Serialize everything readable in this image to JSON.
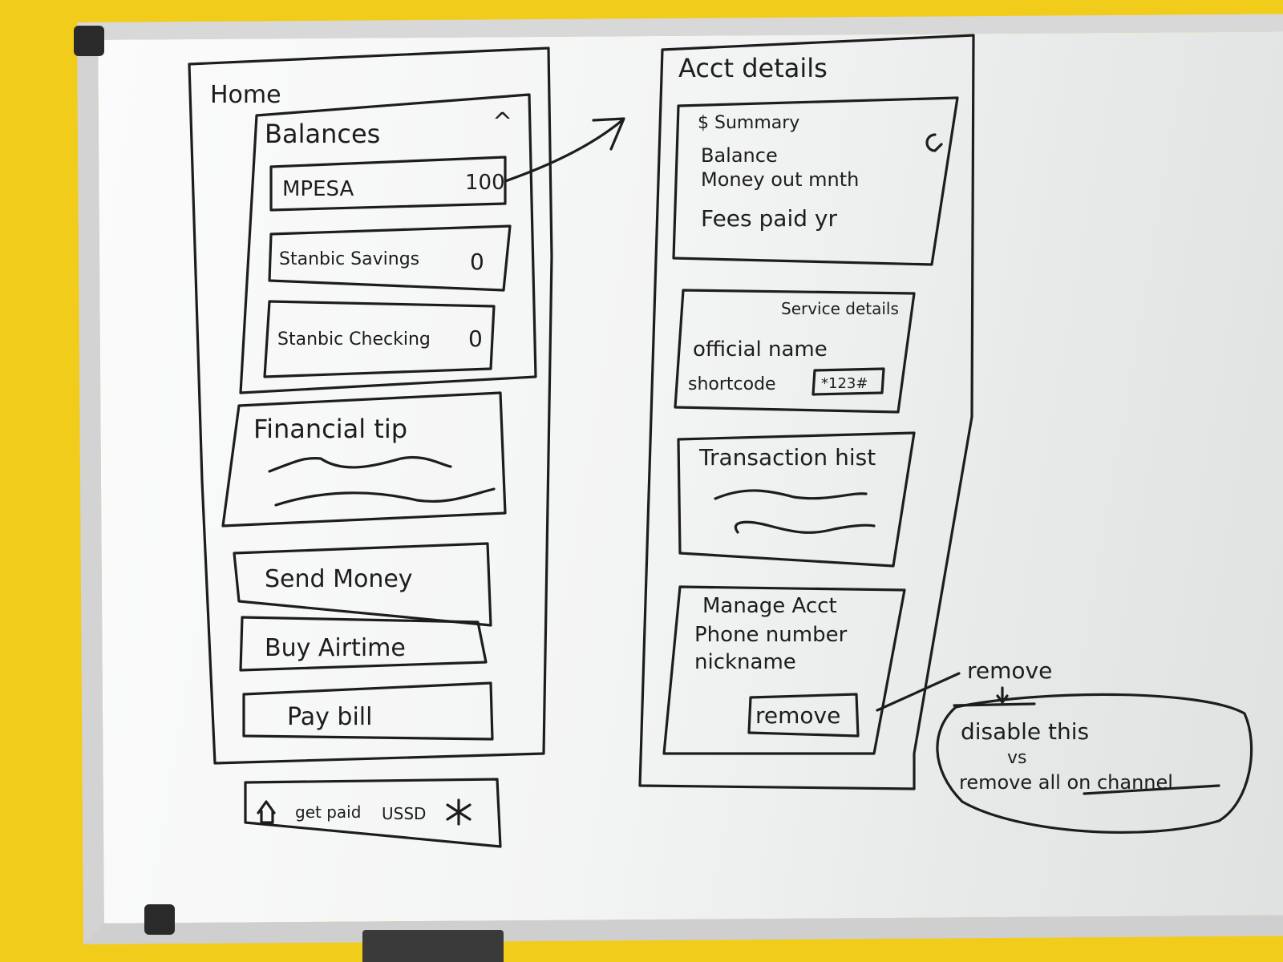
{
  "home": {
    "title": "Home",
    "balances": {
      "header": "Balances",
      "toggle": "^",
      "accounts": [
        {
          "name": "MPESA",
          "amount": "100"
        },
        {
          "name": "Stanbic Savings",
          "amount": "0"
        },
        {
          "name": "Stanbic Checking",
          "amount": "0"
        }
      ]
    },
    "tip": {
      "header": "Financial tip"
    },
    "actions": [
      "Send Money",
      "Buy Airtime",
      "Pay bill"
    ],
    "bottom_nav": {
      "left": "get paid",
      "right": "USSD",
      "home_icon": "home-icon",
      "star_icon": "asterisk-icon"
    }
  },
  "details": {
    "title": "Acct details",
    "summary": {
      "header": "$ Summary",
      "lines": [
        "Balance",
        "Money out mnth",
        "Fees paid yr"
      ],
      "icon": "refresh-icon"
    },
    "service": {
      "header": "Service details",
      "official_name": "official name",
      "shortcode_label": "shortcode",
      "shortcode_value": "*123#"
    },
    "transactions": {
      "header": "Transaction hist"
    },
    "manage": {
      "header": "Manage Acct",
      "lines": [
        "Phone number",
        "nickname"
      ],
      "button": "remove"
    }
  },
  "note": {
    "label": "remove",
    "lines": [
      "disable this",
      "vs",
      "remove all on channel"
    ]
  }
}
